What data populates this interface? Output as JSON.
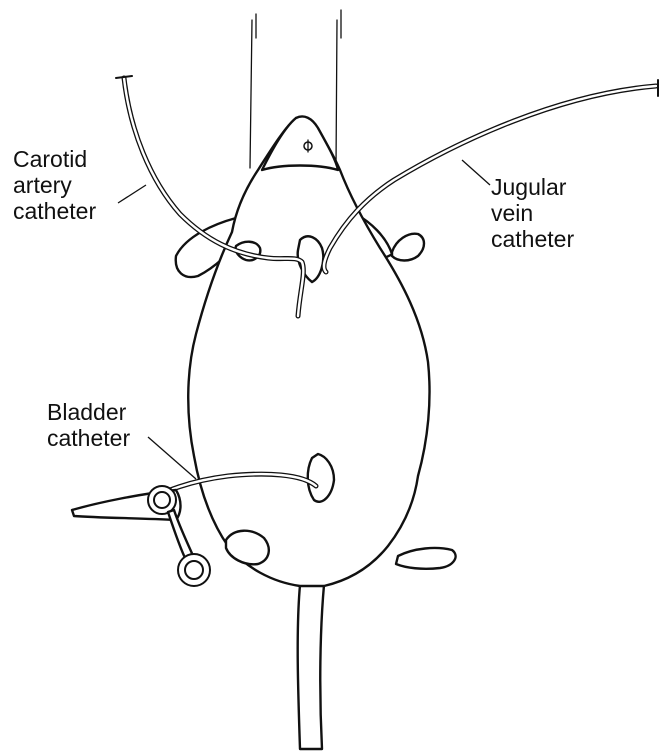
{
  "labels": {
    "carotid": [
      "Carotid",
      "artery",
      "catheter"
    ],
    "jugular": [
      "Jugular",
      "vein",
      "catheter"
    ],
    "bladder": [
      "Bladder",
      "catheter"
    ]
  }
}
